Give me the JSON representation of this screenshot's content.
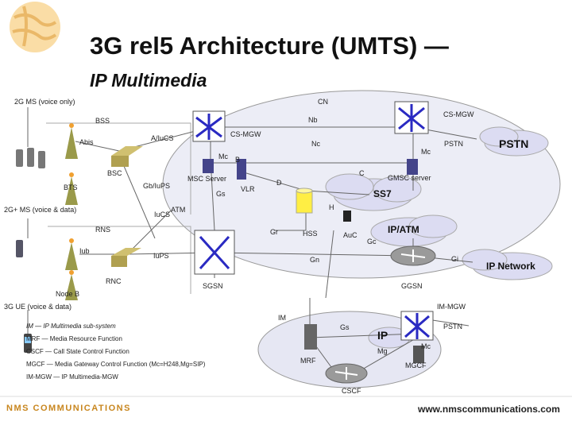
{
  "title": {
    "line1": "3G rel5 Architecture (UMTS) —",
    "line2": "IP Multimedia"
  },
  "labels": {
    "ms_2g": "2G MS (voice only)",
    "cn": "CN",
    "cs_mgw_top": "CS-MGW",
    "nb": "Nb",
    "bss": "BSS",
    "a_iucs": "A/IuCS",
    "cs_mgw_mid": "CS-MGW",
    "nc": "Nc",
    "pstn_small": "PSTN",
    "pstn_big": "PSTN",
    "abis": "Abis",
    "mc1": "Mc",
    "mc2": "Mc",
    "b": "B",
    "bsc": "BSC",
    "bts": "BTS",
    "gb_iups": "Gb/IuPS",
    "msc_server": "MSC Server",
    "vlr": "VLR",
    "d": "D",
    "c": "C",
    "gmsc_server": "GMSC server",
    "gs": "Gs",
    "ss7": "SS7",
    "ms_2g_plus": "2G+ MS (voice & data)",
    "iucs": "IuCS",
    "atm": "ATM",
    "h": "H",
    "rns": "RNS",
    "gr": "Gr",
    "hss": "HSS",
    "auc": "AuC",
    "gc": "Gc",
    "ip_atm": "IP/ATM",
    "iub": "Iub",
    "iups": "IuPS",
    "gn": "Gn",
    "gi": "Gi",
    "ip_network": "IP Network",
    "rnc": "RNC",
    "sgsn": "SGSN",
    "ggsn": "GGSN",
    "node_b": "Node B",
    "ue_3g": "3G UE (voice & data)",
    "im_mgw": "IM-MGW",
    "im": "IM",
    "gs2": "Gs",
    "ip": "IP",
    "pstn_im": "PSTN",
    "mc3": "Mc",
    "mg": "Mg",
    "mrf": "MRF",
    "mgcf": "MGCF",
    "cscf": "CSCF"
  },
  "legend": [
    "IM — IP Multimedia sub-system",
    "MRF — Media Resource Function",
    "CSCF — Call State Control Function",
    "MGCF — Media Gateway Control Function (Mc=H248,Mg=SIP)",
    "IM-MGW — IP Multimedia-MGW"
  ],
  "footer": {
    "logo": "NMS COMMUNICATIONS",
    "url": "www.nmscommunications.com"
  },
  "colors": {
    "cn_ellipse": "#ecedf6",
    "im_ellipse": "#e6e7f3",
    "ss7_cloud": "#dcdcf2",
    "ip_cloud": "#dcdcf2",
    "switch_blue": "#2a2ac2",
    "router_gray": "#8a8a8a",
    "server_dark": "#44448a",
    "db_yellow": "#ffee44",
    "bss_triangle": "#9a9a4a",
    "accent_orange": "#f0a030",
    "logo_brown": "#c8861e"
  }
}
